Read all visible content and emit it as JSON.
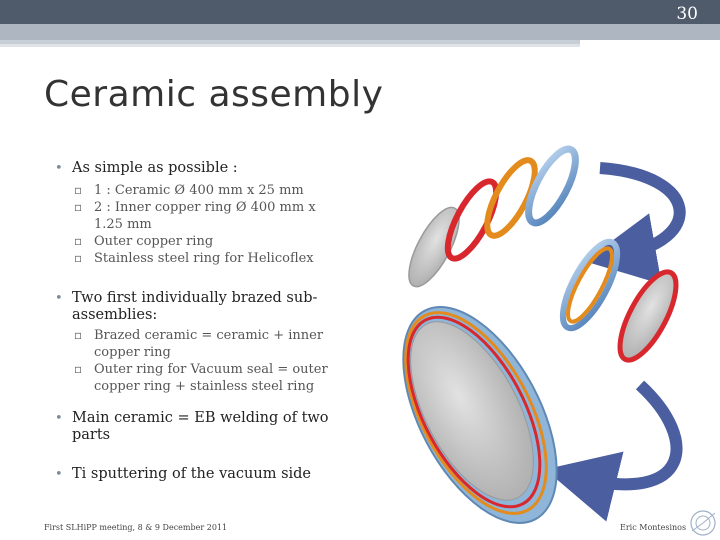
{
  "slide": {
    "number": "30",
    "title": "Ceramic assembly",
    "footer_left": "First SLHiPP meeting, 8 & 9 December 2011",
    "footer_right": "Eric Montesinos"
  },
  "bullets": [
    {
      "text": "As simple as possible :",
      "subitems": [
        "1 : Ceramic Ø 400 mm x 25 mm",
        "2 : Inner copper ring Ø 400 mm x 1.25 mm",
        "Outer copper ring",
        "Stainless steel ring for Helicoflex"
      ]
    },
    {
      "text": "Two first individually brazed sub-assemblies:",
      "subitems": [
        "Brazed ceramic = ceramic + inner copper ring",
        "Outer ring for Vacuum seal = outer copper ring + stainless steel ring"
      ]
    },
    {
      "text": "Main ceramic = EB welding of two parts",
      "subitems": []
    },
    {
      "text": "Ti sputtering of the vacuum side",
      "subitems": []
    }
  ],
  "colors": {
    "header_dark": "#4f5a6b",
    "header_light": "#aeb6c2",
    "ceramic_gray": "#c9c9c9",
    "copper_red": "#e0242a",
    "copper_orange": "#e8901a",
    "steel_blue": "#6f9fd0",
    "arrow_blue": "#4a5ea0"
  }
}
